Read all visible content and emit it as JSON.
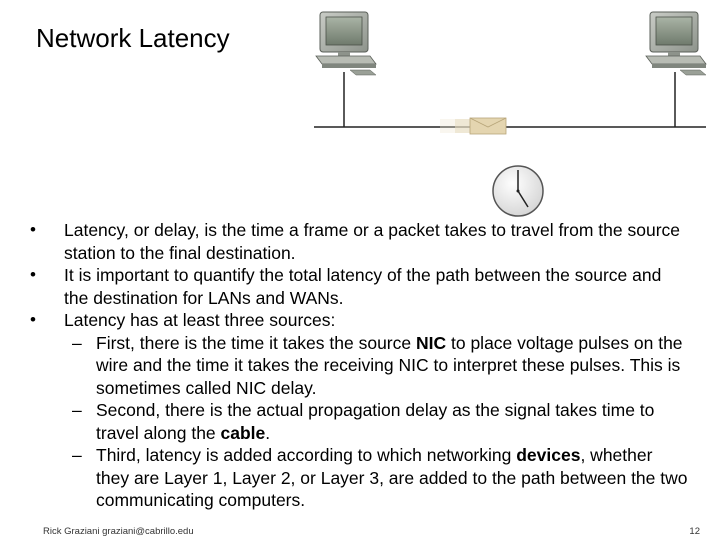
{
  "slide": {
    "title": "Network Latency",
    "bullets": [
      "Latency, or delay, is the time a frame or a packet takes to travel from the source station to the final destination.",
      "It is important to quantify the total latency of the path between the source and the destination for LANs and WANs.",
      "Latency has at least three sources:"
    ],
    "sub_bullets": [
      {
        "before": "First, there is the time it takes the source ",
        "bold": "NIC",
        "after": " to place voltage pulses on the wire and the time it takes the receiving NIC to interpret these pulses. This is sometimes called NIC delay."
      },
      {
        "before": "Second, there is the actual propagation delay as the signal takes time to travel along the ",
        "bold": "cable",
        "after": "."
      },
      {
        "before": "Third, latency is added according to which networking ",
        "bold": "devices",
        "after": ", whether they are Layer 1, Layer 2, or Layer 3, are added to the path between the two communicating computers."
      }
    ],
    "bullet_symbol": "•",
    "dash_symbol": "–"
  },
  "footer": {
    "author": "Rick Graziani  graziani@cabrillo.edu",
    "page_number": "12"
  },
  "icons": [
    "computer-icon",
    "packet-icon",
    "clock-icon"
  ]
}
